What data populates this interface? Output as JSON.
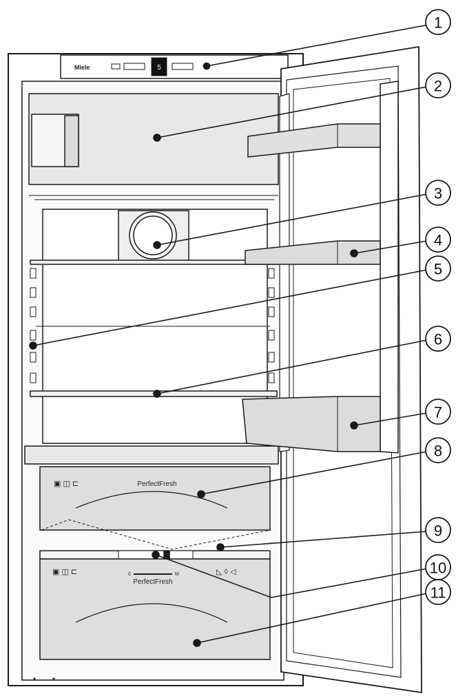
{
  "brand": "Miele",
  "drawer_label_top": "PerfectFresh",
  "drawer_label_bottom": "PerfectFresh",
  "drawer_scale_left": "0",
  "drawer_scale_right": "M",
  "display_text": "5",
  "callouts": [
    "1",
    "2",
    "3",
    "4",
    "5",
    "6",
    "7",
    "8",
    "9",
    "10",
    "11"
  ],
  "colors": {
    "line": "#1a1a1a",
    "interior": "#f2f2f2",
    "compartment": "#e6e6e6",
    "drawer": "#dcdcdc",
    "shelf_box": "#dddddd"
  }
}
